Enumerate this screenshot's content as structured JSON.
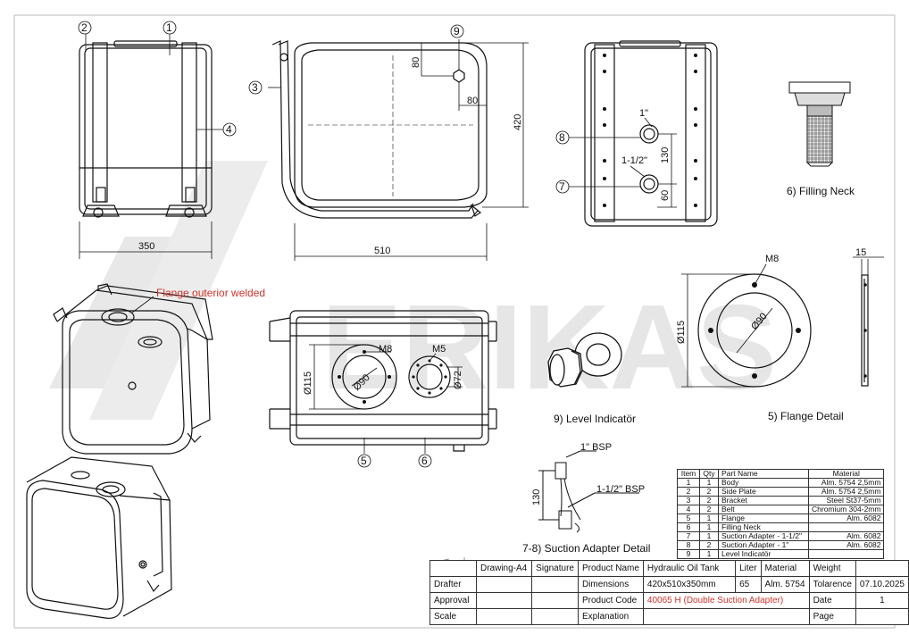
{
  "watermark": "ERIKAS",
  "callouts": {
    "c1": "1",
    "c2": "2",
    "c3": "3",
    "c4": "4",
    "c5": "5",
    "c6": "6",
    "c7": "7",
    "c8": "8",
    "c9": "9"
  },
  "dimensions": {
    "width_side": "350",
    "width_front": "510",
    "height": "420",
    "d80_v": "80",
    "d80_h": "80",
    "d130_side": "130",
    "d60": "60",
    "bsp1_small": "1\"",
    "bsp112_small": "1-1/2\"",
    "d115_top": "Ø115",
    "d90_top": "Ø90",
    "m8_top": "M8",
    "m5_top": "M5",
    "d72_top": "Ø72",
    "m8_flange": "M8",
    "d90_flange": "Ø90",
    "d115_flange": "Ø115",
    "d15": "15",
    "bsp1": "1\" BSP",
    "bsp112": "1-1/2\" BSP",
    "d130_adapter": "130"
  },
  "labels": {
    "flange_welded": "Flange outerior welded",
    "filling_neck": "6) Filling Neck",
    "level_indicator": "9) Level Indicatör",
    "flange_detail": "5) Flange Detail",
    "suction_detail": "7-8) Suction Adapter Detail"
  },
  "colors": {
    "line": "#111111",
    "accent_red": "#d0342c",
    "watermark": "#e6e6e6"
  },
  "parts_table": {
    "headers": [
      "Item",
      "Qty",
      "Part Name",
      "Material"
    ],
    "rows": [
      [
        "1",
        "1",
        "Body",
        "Alm. 5754 2,5mm"
      ],
      [
        "2",
        "2",
        "Side Plate",
        "Alm. 5754 2,5mm"
      ],
      [
        "3",
        "2",
        "Bracket",
        "Steel St37-5mm"
      ],
      [
        "4",
        "2",
        "Belt",
        "Chromium 304-2mm"
      ],
      [
        "5",
        "1",
        "Flange",
        "Alm. 6082"
      ],
      [
        "6",
        "1",
        "Filling Neck",
        ""
      ],
      [
        "7",
        "1",
        "Suction Adapter - 1-1/2\"",
        "Alm. 6082"
      ],
      [
        "8",
        "2",
        "Suction Adapter - 1\"",
        "Alm. 6082"
      ],
      [
        "9",
        "1",
        "Level Indicatör",
        ""
      ]
    ]
  },
  "title_block": {
    "drawing": "Drawing-A4",
    "signature": "Signature",
    "product_name_label": "Product Name",
    "product_name": "Hydraulic Oil Tank",
    "liter_label": "Liter",
    "material_label": "Material",
    "weight_label": "Weight",
    "drafter": "Drafter",
    "dimensions_label": "Dimensions",
    "dimensions": "420x510x350mm",
    "liter": "65",
    "material": "Alm. 5754",
    "tolerance_label": "Tolarence",
    "date_value": "07.10.2025",
    "approval": "Approval",
    "product_code_label": "Product Code",
    "product_code": "40065 H  (Double Suction Adapter)",
    "date_label": "Date",
    "page_value": "1",
    "scale": "Scale",
    "explanation": "Explanation",
    "page_label": "Page"
  }
}
